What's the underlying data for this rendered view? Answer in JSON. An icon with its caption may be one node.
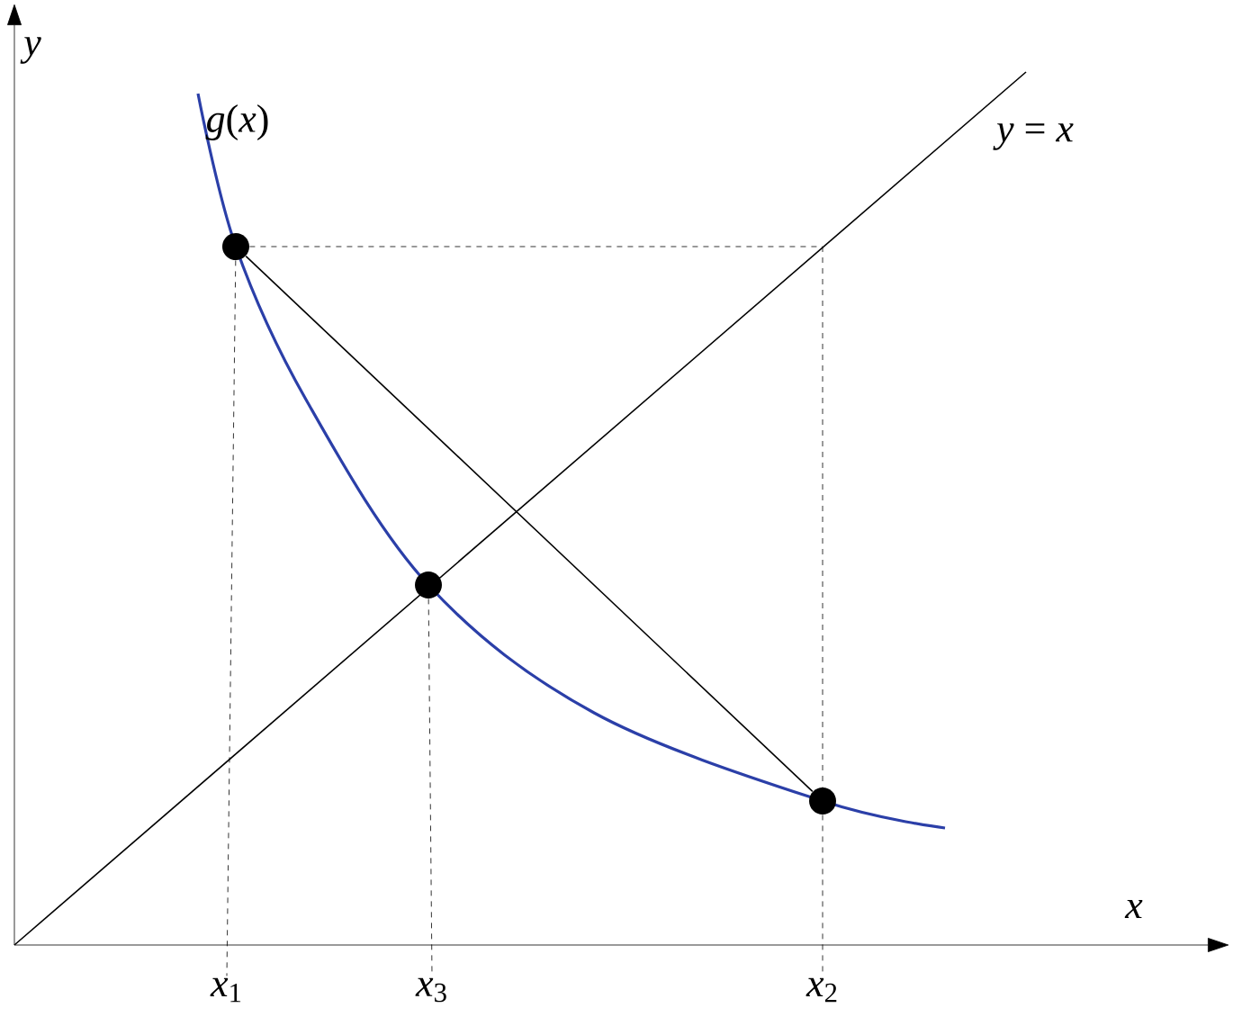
{
  "diagram": {
    "nodes": [
      {
        "text": [],
        "shape": "circle"
      },
      {
        "text": [],
        "shape": "circle"
      },
      {
        "text": [],
        "shape": "circle"
      },
      {
        "text": [
          "*x*$_{1}$"
        ]
      },
      {
        "text": [
          "*x*$_{3}$"
        ]
      },
      {
        "text": [
          "*x*$_{2}$"
        ]
      }
    ],
    "edges": [
      {
        "from": 0,
        "to": 2,
        "arrow": "none"
      },
      {
        "from": 0,
        "to": 3,
        "arrow": "none",
        "style": "dashed"
      },
      {
        "from": 1,
        "to": 4,
        "arrow": "none",
        "style": "dashed"
      },
      {
        "from": 2,
        "to": 5,
        "arrow": "none",
        "style": "dashed"
      },
      {
        "from": 0,
        "to": null,
        "arrow": "none",
        "style": "dashed"
      },
      {
        "from": null,
        "to": 2,
        "arrow": "none",
        "style": "dashed"
      }
    ],
    "labels": [
      "*y*",
      "*g*(*x*)",
      "*y* = *x*",
      "*x*"
    ]
  }
}
